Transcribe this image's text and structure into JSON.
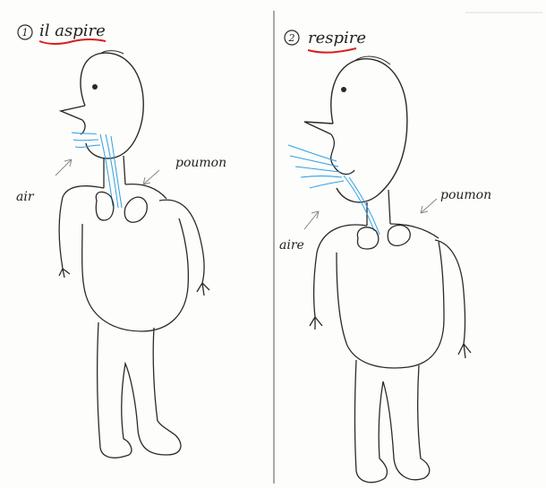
{
  "panels": [
    {
      "number": "1",
      "heading": "il aspire",
      "label_air": "air",
      "label_lung": "poumon"
    },
    {
      "number": "2",
      "heading": "respire",
      "label_air": "aire",
      "label_lung": "poumon"
    }
  ],
  "colors": {
    "pencil": "#2a2a2a",
    "underline": "#d62020",
    "airflow": "#2e9fe6",
    "arrow": "#888888"
  }
}
